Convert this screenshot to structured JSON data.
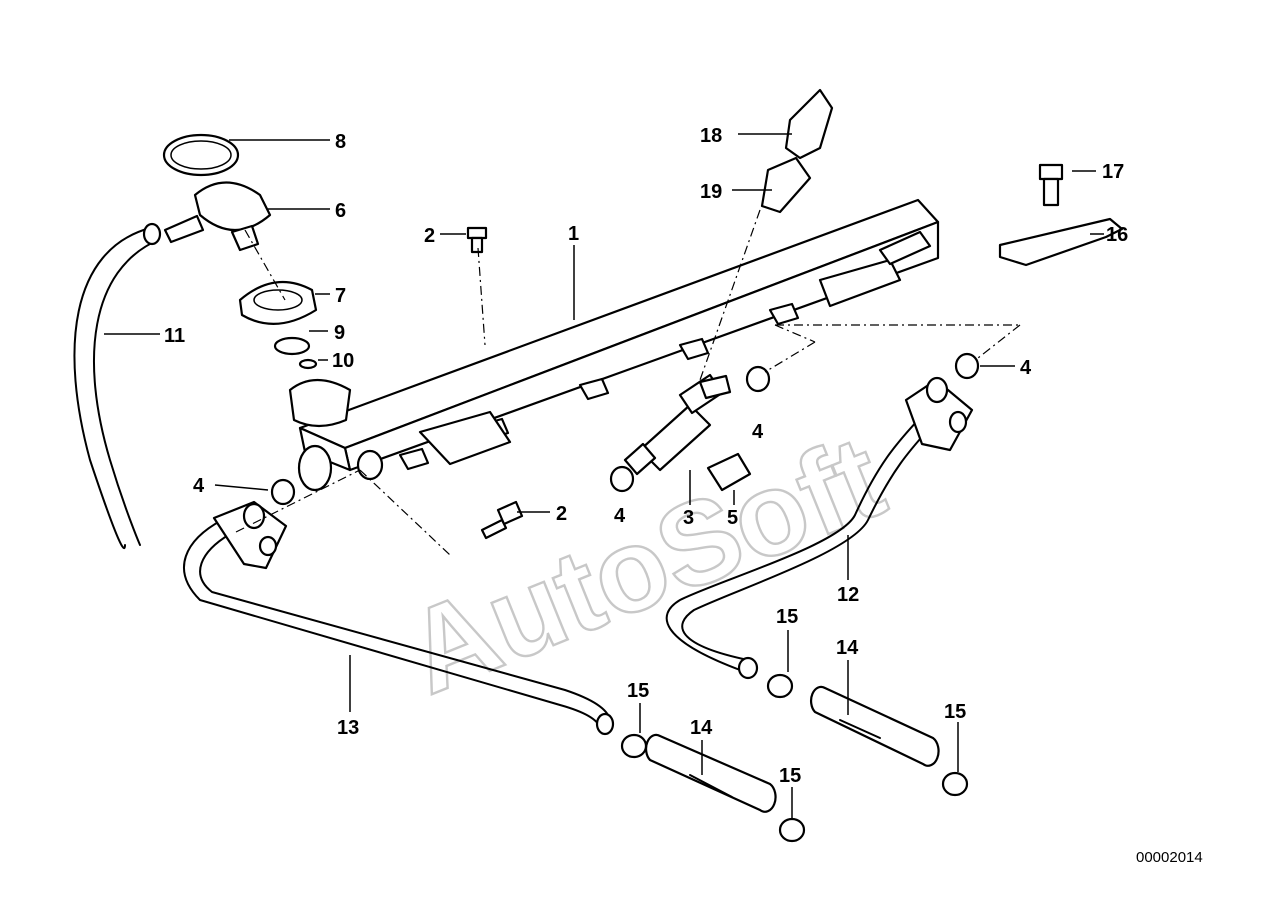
{
  "watermark": "AutoSoft",
  "reference_number": "00002014",
  "callouts": [
    {
      "id": "c1",
      "text": "1"
    },
    {
      "id": "c2a",
      "text": "2"
    },
    {
      "id": "c2b",
      "text": "2"
    },
    {
      "id": "c3",
      "text": "3"
    },
    {
      "id": "c4a",
      "text": "4"
    },
    {
      "id": "c4b",
      "text": "4"
    },
    {
      "id": "c4c",
      "text": "4"
    },
    {
      "id": "c4d",
      "text": "4"
    },
    {
      "id": "c5",
      "text": "5"
    },
    {
      "id": "c6",
      "text": "6"
    },
    {
      "id": "c7",
      "text": "7"
    },
    {
      "id": "c8",
      "text": "8"
    },
    {
      "id": "c9",
      "text": "9"
    },
    {
      "id": "c10",
      "text": "10"
    },
    {
      "id": "c11",
      "text": "11"
    },
    {
      "id": "c12",
      "text": "12"
    },
    {
      "id": "c13",
      "text": "13"
    },
    {
      "id": "c14a",
      "text": "14"
    },
    {
      "id": "c14b",
      "text": "14"
    },
    {
      "id": "c15a",
      "text": "15"
    },
    {
      "id": "c15b",
      "text": "15"
    },
    {
      "id": "c15c",
      "text": "15"
    },
    {
      "id": "c15d",
      "text": "15"
    },
    {
      "id": "c16",
      "text": "16"
    },
    {
      "id": "c17",
      "text": "17"
    },
    {
      "id": "c18",
      "text": "18"
    },
    {
      "id": "c19",
      "text": "19"
    }
  ]
}
